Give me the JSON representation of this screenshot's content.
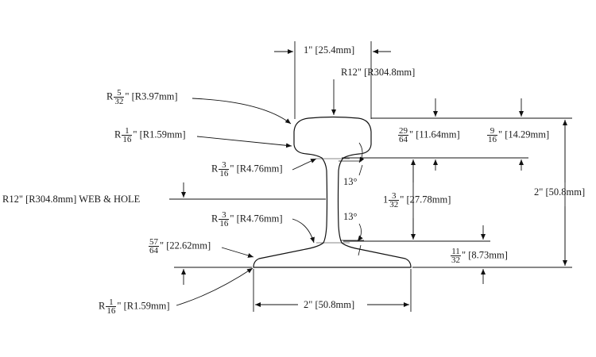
{
  "diagram": {
    "dims": {
      "top_width": "1\" [25.4mm]",
      "top_radius": "R12\" [R304.8mm]",
      "head_corner_radius": {
        "prefix": "R",
        "num": "5",
        "den": "32",
        "suffix": "\" [R3.97mm]"
      },
      "head_fillet_radius": {
        "prefix": "R",
        "num": "1",
        "den": "16",
        "suffix": "\" [R1.59mm]"
      },
      "upper_web_fillet": {
        "prefix": "R",
        "num": "3",
        "den": "16",
        "suffix": "\" [R4.76mm]"
      },
      "web_radius": "R12\" [R304.8mm] WEB  & HOLE",
      "lower_web_fillet": {
        "prefix": "R",
        "num": "3",
        "den": "16",
        "suffix": "\" [R4.76mm]"
      },
      "base_thickness": {
        "num": "57",
        "den": "64",
        "suffix": "\" [22.62mm]"
      },
      "base_toe_radius": {
        "prefix": "R",
        "num": "1",
        "den": "16",
        "suffix": "\" [R1.59mm]"
      },
      "base_width": "2\" [50.8mm]",
      "head_depth": {
        "num": "29",
        "den": "64",
        "suffix": "\" [11.64mm]"
      },
      "head_height": {
        "num": "9",
        "den": "16",
        "suffix": "\" [14.29mm]"
      },
      "total_height": "2\" [50.8mm]",
      "web_height": {
        "whole": "1",
        "num": "3",
        "den": "32",
        "suffix": "\" [27.78mm]"
      },
      "foot_height": {
        "num": "11",
        "den": "32",
        "suffix": "\" [8.73mm]"
      },
      "upper_angle": "13°",
      "lower_angle": "13°"
    }
  }
}
